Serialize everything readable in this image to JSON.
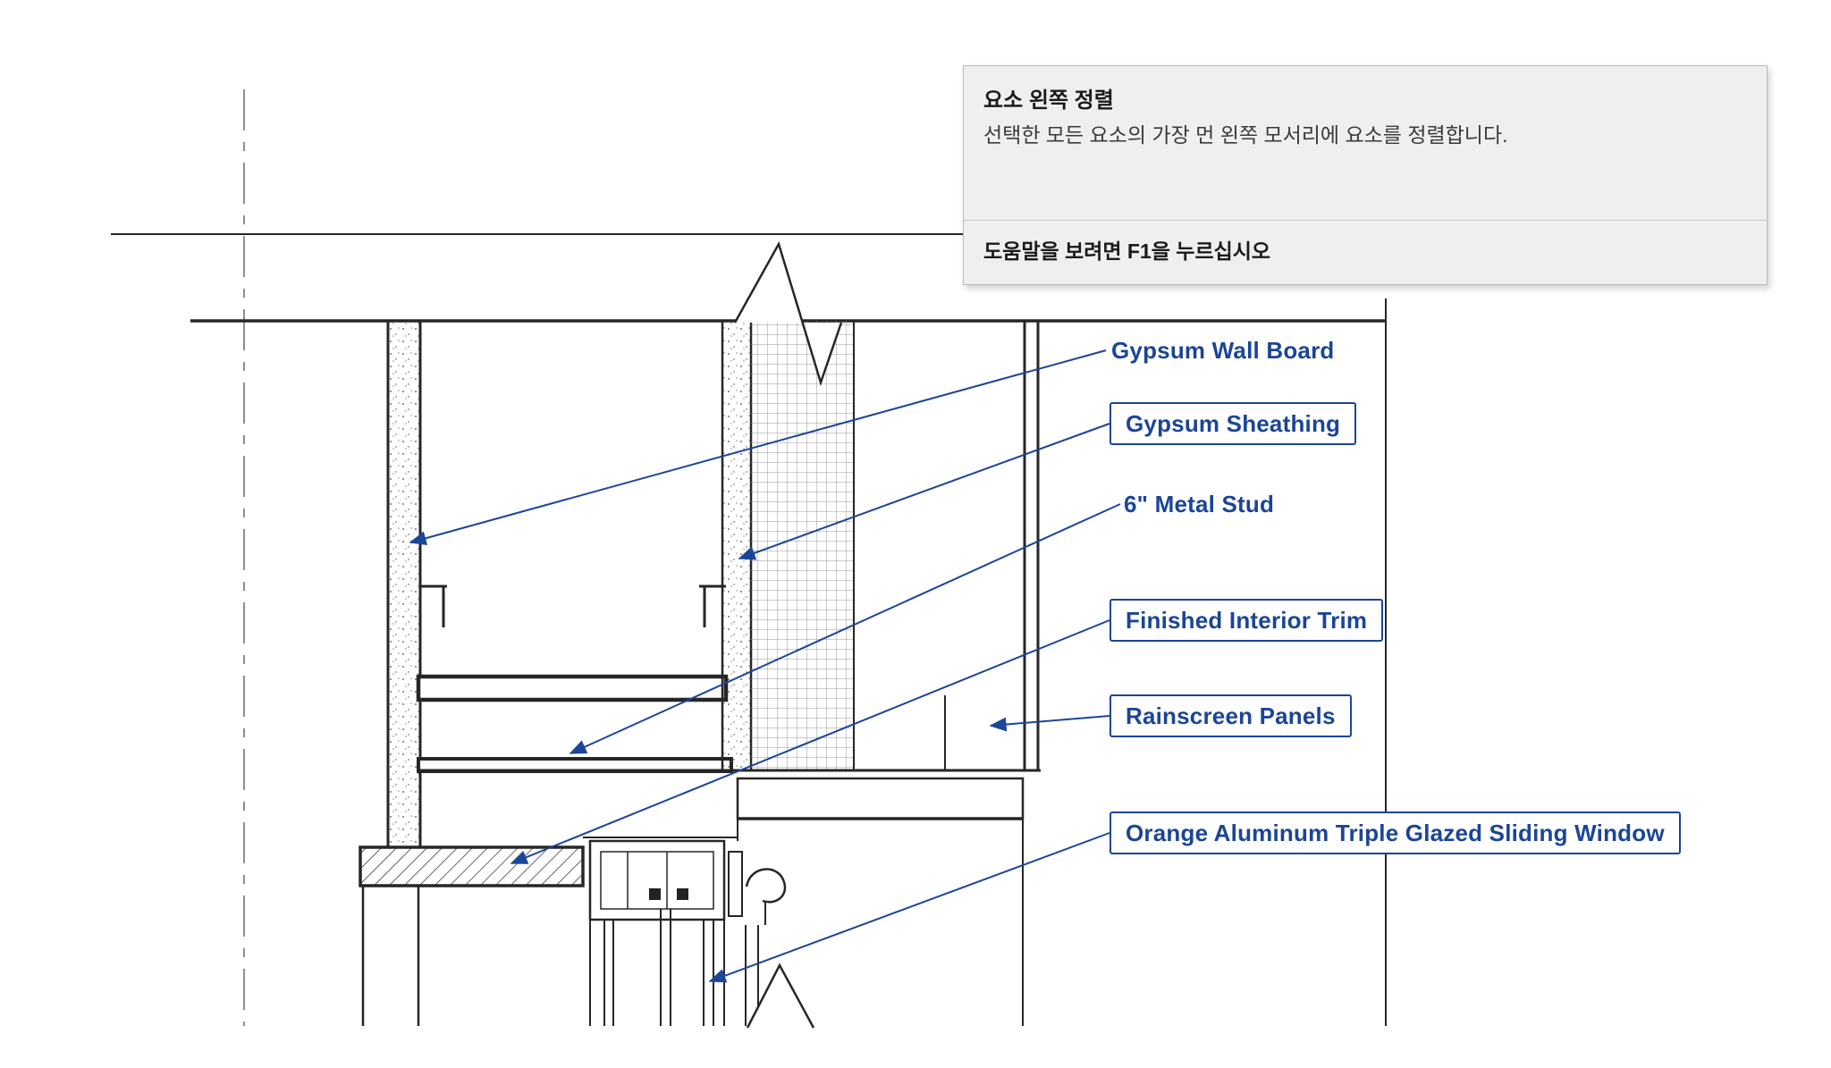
{
  "colors": {
    "annotation_blue": "#1b4596",
    "tooltip_bg": "#f0efed",
    "linework": "#262626"
  },
  "tooltip": {
    "title": "요소 왼쪽 정렬",
    "body": "선택한 모든 요소의 가장 먼 왼쪽 모서리에 요소를 정렬합니다.",
    "footer": "도움말을 보려면 F1을 누르십시오"
  },
  "annotations": {
    "items": [
      {
        "label": "Gypsum Wall Board",
        "boxed": false
      },
      {
        "label": "Gypsum Sheathing",
        "boxed": true
      },
      {
        "label": "6\" Metal Stud",
        "boxed": false
      },
      {
        "label": "Finished Interior Trim",
        "boxed": true
      },
      {
        "label": "Rainscreen Panels",
        "boxed": true
      },
      {
        "label": "Orange Aluminum Triple Glazed Sliding Window",
        "boxed": true
      }
    ]
  }
}
